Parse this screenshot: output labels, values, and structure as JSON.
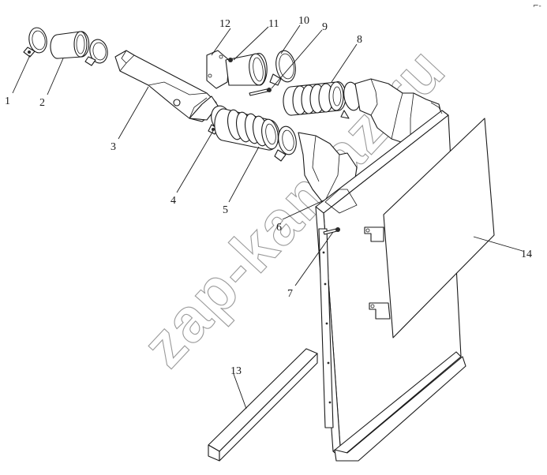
{
  "callouts": {
    "c1": "1",
    "c2": "2",
    "c3": "3",
    "c4": "4",
    "c5": "5",
    "c6": "6",
    "c7": "7",
    "c8": "8",
    "c9": "9",
    "c10": "10",
    "c11": "11",
    "c12": "12",
    "c13": "13",
    "c14": "14"
  },
  "watermark": "zap-kamaz.ru",
  "corner_mark": "⌐-"
}
